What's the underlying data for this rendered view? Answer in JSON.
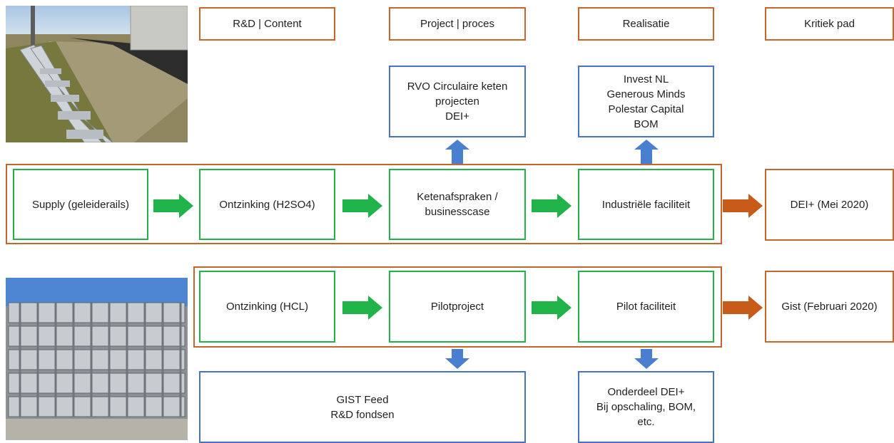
{
  "headers": {
    "rd": "R&D | Content",
    "project": "Project | proces",
    "realisatie": "Realisatie",
    "kritiek": "Kritiek pad"
  },
  "funding_top": {
    "rvo": [
      "RVO Circulaire keten",
      "projecten",
      "DEI+"
    ],
    "invest": [
      "Invest NL",
      "Generous Minds",
      "Polestar Capital",
      "BOM"
    ]
  },
  "row1": {
    "supply": "Supply (geleiderails)",
    "ontzinking": "Ontzinking (H2SO4)",
    "keten": [
      "Ketenafspraken /",
      "businesscase"
    ],
    "industrie": "Industriële faciliteit",
    "dei": "DEI+  (Mei 2020)"
  },
  "row2": {
    "ontzinking": "Ontzinking (HCL)",
    "pilot": "Pilotproject",
    "pilot_fac": "Pilot faciliteit",
    "gist": "Gist  (Februari 2020)"
  },
  "funding_bottom": {
    "gist": [
      "GIST Feed",
      "R&D fondsen"
    ],
    "onderdeel": [
      "Onderdeel DEI+",
      "Bij opschaling, BOM,",
      "etc."
    ]
  },
  "colors": {
    "orange": "#c8652a",
    "blue": "#4a72c4",
    "green": "#22b24c",
    "green_arrow": "#1fb34a",
    "blue_arrow": "#4a7fd0",
    "orange_arrow": "#c85a1a"
  },
  "images": {
    "top_left": "guardrail-road-photo",
    "bottom_left": "stacked-guardrails-photo"
  }
}
